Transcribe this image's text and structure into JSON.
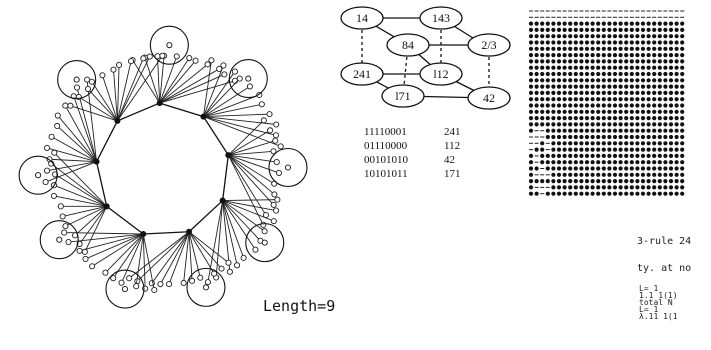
{
  "length_label": "Length=9",
  "cube": {
    "nodes": [
      {
        "id": "n14",
        "label": "14"
      },
      {
        "id": "n143",
        "label": "143"
      },
      {
        "id": "n84",
        "label": "84"
      },
      {
        "id": "n213",
        "label": "2/3"
      },
      {
        "id": "n241",
        "label": "241"
      },
      {
        "id": "n112",
        "label": "l12"
      },
      {
        "id": "n171",
        "label": "l71"
      },
      {
        "id": "n42",
        "label": "42"
      }
    ],
    "table": [
      {
        "bits": "11110001",
        "dec": "241"
      },
      {
        "bits": "01110000",
        "dec": "112"
      },
      {
        "bits": "00101010",
        "dec": "42"
      },
      {
        "bits": "10101011",
        "dec": "171"
      }
    ]
  },
  "caption": {
    "line1": "3-rule 24",
    "line2": "ty. at no",
    "tiny_lines": [
      "L= 1",
      "1.1 1(1)",
      "total N",
      "L= 1",
      "λ.11 1(1"
    ]
  },
  "colors": {
    "ink": "#111111",
    "paper": "#ffffff"
  }
}
